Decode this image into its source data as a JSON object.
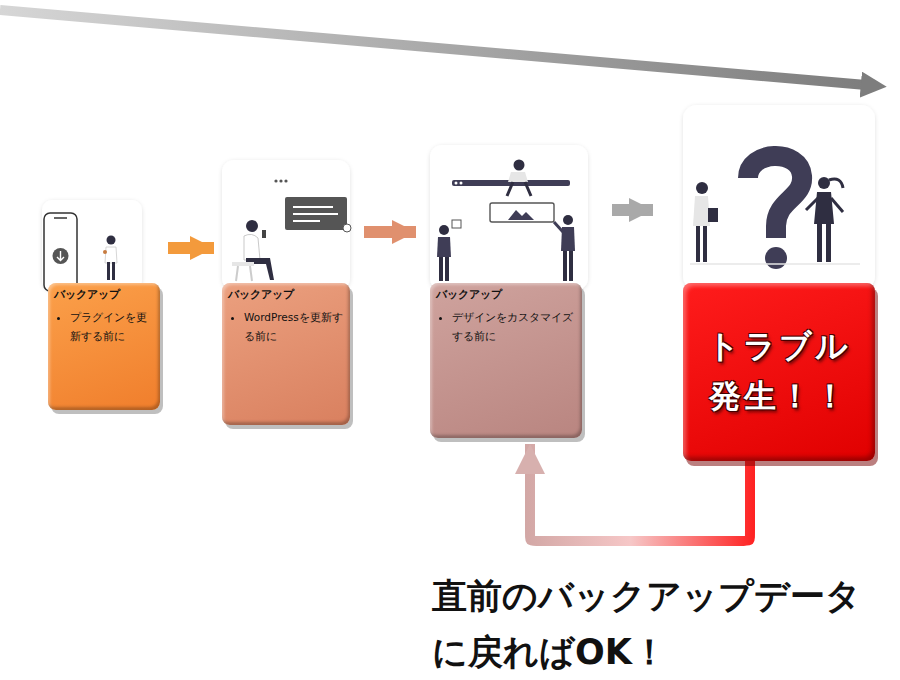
{
  "diagram": {
    "nodes": [
      {
        "text": [
          "バックアップ",
          "プラグインを更新する前に"
        ]
      },
      {
        "text": [
          "バックアップ",
          "WordPressを更新する前に"
        ]
      },
      {
        "text": [
          "バックアップ",
          "デザインをカスタマイズする前に"
        ]
      },
      {
        "text": [
          "トラブル 発生！！"
        ]
      }
    ],
    "edges": [
      {
        "from": 0,
        "to": 1,
        "arrow": "to"
      },
      {
        "from": 1,
        "to": 2,
        "arrow": "to"
      },
      {
        "from": 2,
        "to": 3,
        "arrow": "to"
      },
      {
        "from": 3,
        "to": 2,
        "arrow": "to"
      }
    ],
    "labels": [
      "直前のバックアップデータ に戻ればOK！"
    ]
  }
}
